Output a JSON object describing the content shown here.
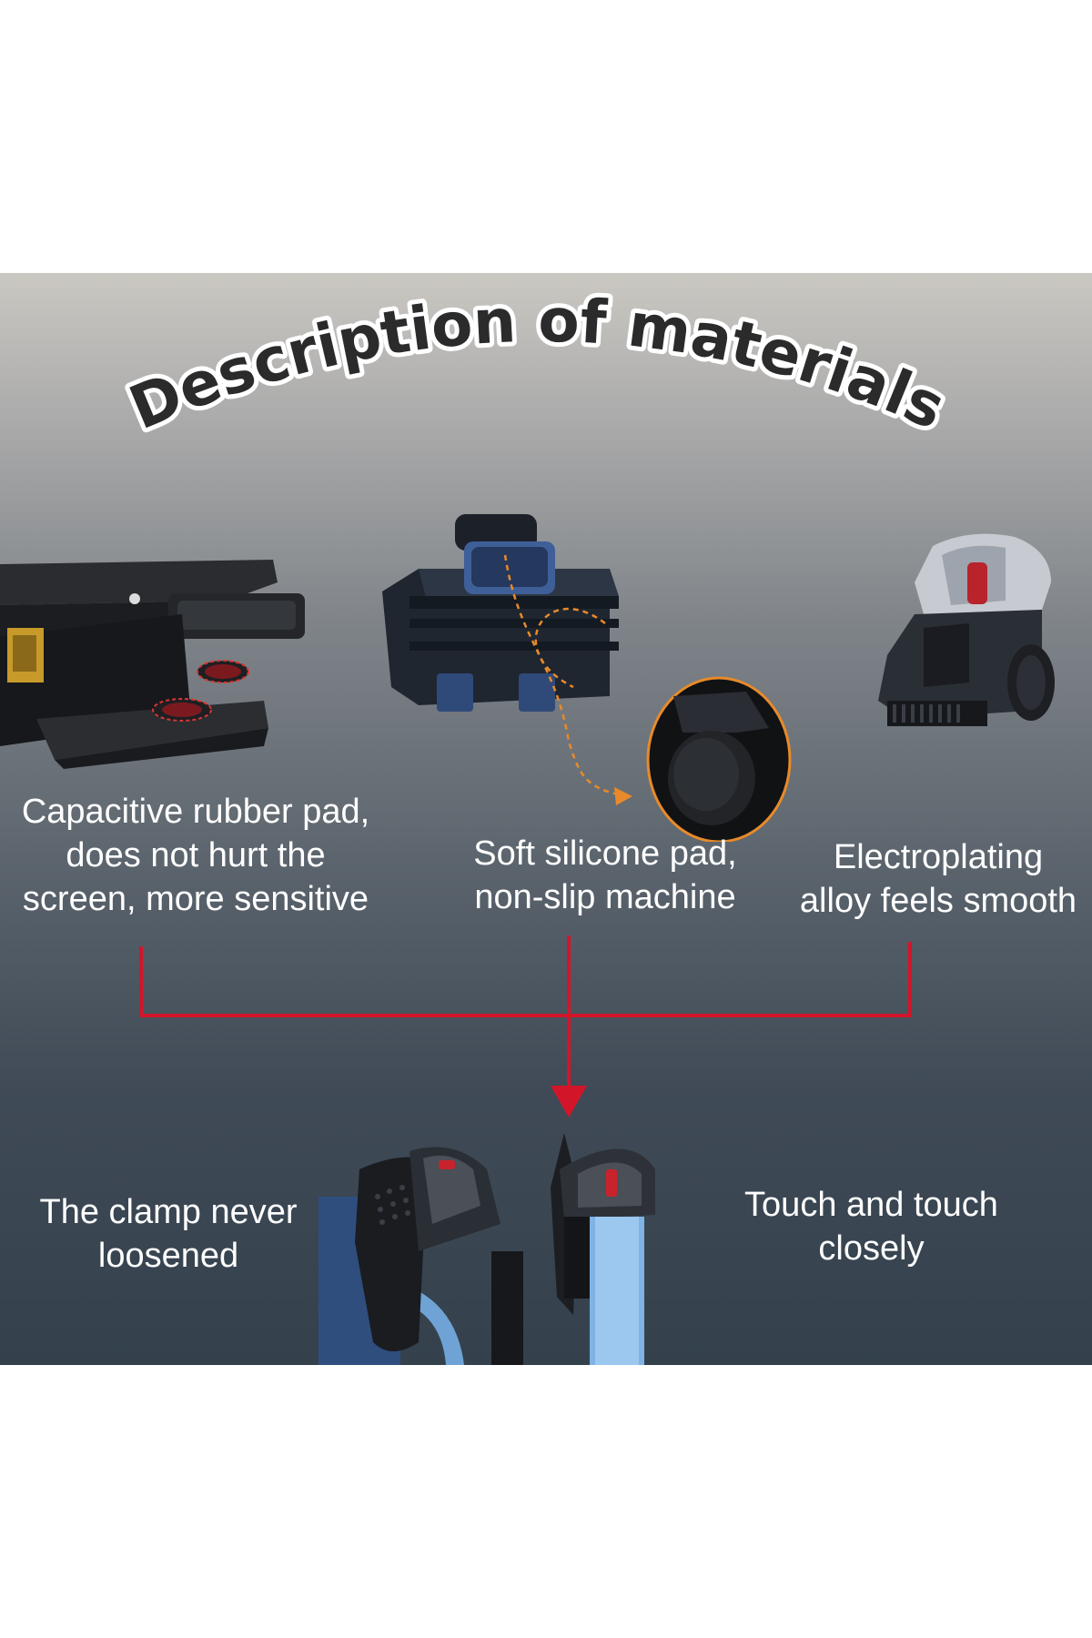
{
  "title": "Description of materials",
  "features": {
    "rubber_pad": {
      "line1": "Capacitive rubber pad,",
      "line2": "does not hurt the",
      "line3": "screen, more sensitive"
    },
    "silicone_pad": {
      "line1": "Soft silicone pad,",
      "line2": "non-slip machine"
    },
    "alloy": {
      "line1": "Electroplating",
      "line2": "alloy feels smooth"
    }
  },
  "bottom": {
    "left": {
      "line1": "The clamp never",
      "line2": "loosened"
    },
    "right": {
      "line1": "Touch and touch",
      "line2": "closely"
    }
  },
  "colors": {
    "connector": "#d3152a",
    "detail_ring": "#e88a2a",
    "accent_red": "#c8232c",
    "phone_blue": "#6fa3d6"
  }
}
